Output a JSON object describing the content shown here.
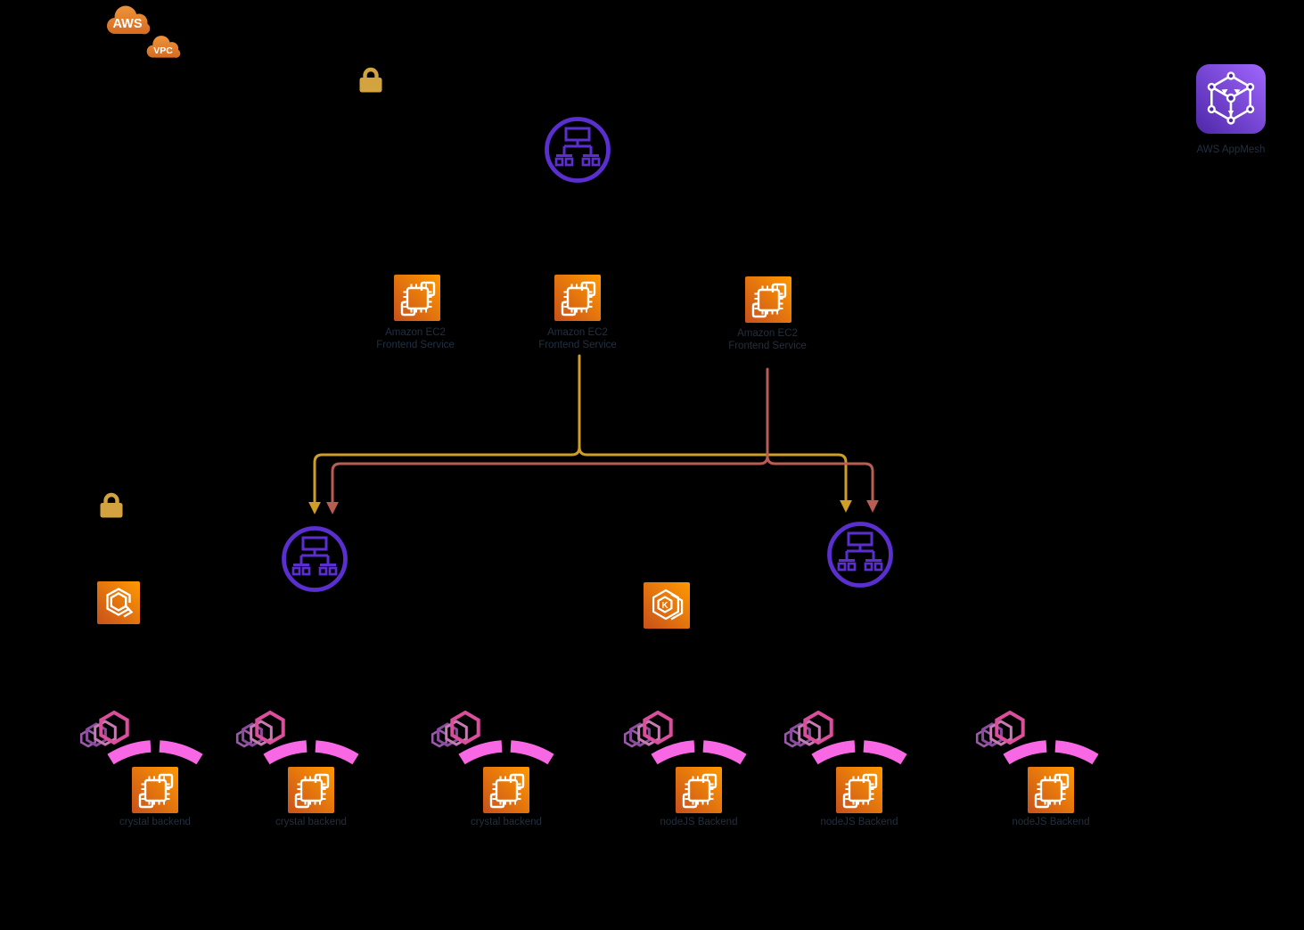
{
  "clouds": {
    "aws_label": "AWS",
    "vpc_label": "VPC"
  },
  "app_mesh": {
    "label": "AWS AppMesh"
  },
  "frontend_services": [
    {
      "line1": "Amazon EC2",
      "line2": "Frontend Service"
    },
    {
      "line1": "Amazon EC2",
      "line2": "Frontend Service"
    },
    {
      "line1": "Amazon EC2",
      "line2": "Frontend Service"
    }
  ],
  "eks": {
    "letter": "K"
  },
  "backends": [
    {
      "label": "crystal backend"
    },
    {
      "label": "crystal backend"
    },
    {
      "label": "crystal backend"
    },
    {
      "label": "nodeJS Backend"
    },
    {
      "label": "nodeJS Backend"
    },
    {
      "label": "nodeJS Backend"
    }
  ],
  "colors": {
    "background": "#000000",
    "route_primary": "#CE9E27",
    "route_secondary": "#B95D53",
    "mesh_purple": "#5B2ED0",
    "proxy_pink": "#F968E4",
    "hex_front": "#DB4E9C",
    "hex_mid": "#C77BB4",
    "hex_back": "#8A4D9E",
    "hex_small": "#9C59AC",
    "lock_gold": "#D2A33E",
    "label_text": "#232F3E",
    "compute_g1": "#C8511B",
    "compute_g2": "#FF9900",
    "appmesh_g1": "#4D27A8",
    "appmesh_g2": "#A166FF",
    "cloud_g1": "#F09A3E",
    "cloud_g2": "#D2641C",
    "cloud_text": "#FFFFFF"
  }
}
